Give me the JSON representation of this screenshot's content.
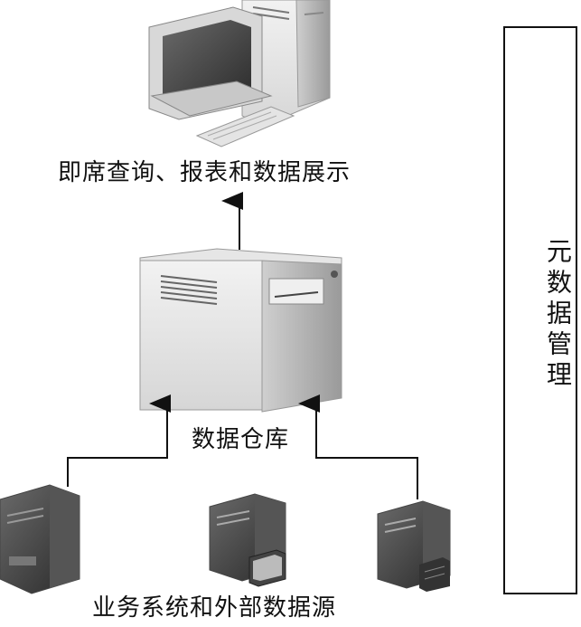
{
  "labels": {
    "top": "即席查询、报表和数据展示",
    "middle": "数据仓库",
    "bottom": "业务系统和外部数据源",
    "side": "元数据管理"
  }
}
